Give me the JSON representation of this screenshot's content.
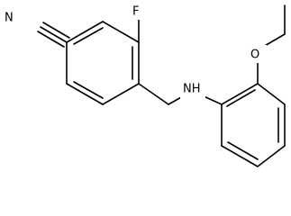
{
  "molecule": {
    "atoms": {
      "nitrogen_nitrile": "N",
      "fluorine": "F",
      "amine": "NH",
      "oxygen": "O"
    }
  },
  "colors": {
    "bond": "#000000",
    "background": "#ffffff",
    "text": "#000000"
  }
}
